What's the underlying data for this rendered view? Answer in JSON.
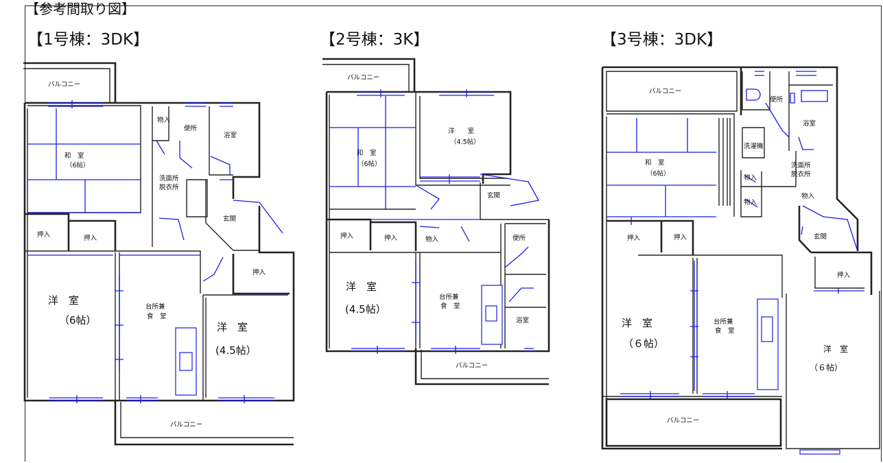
{
  "header_label": "【参考間取り図】",
  "plans": [
    {
      "title": "【1号棟：3DK】",
      "rooms": {
        "balcony_top": "バルコニー",
        "washitsu": "和　室",
        "washitsu_size": "（6帖）",
        "monoire": "物入",
        "toilet": "便所",
        "bath": "浴室",
        "senmenjo": "洗面所",
        "datsuijo": "脱衣所",
        "genkan": "玄関",
        "oshiire_1": "押入",
        "oshiire_2": "押入",
        "oshiire_3": "押入",
        "youshitsu_1": "洋　室",
        "youshitsu_1_size": "（6帖）",
        "kitchen": "台所兼",
        "dining": "食　堂",
        "youshitsu_2": "洋　室",
        "youshitsu_2_size": "(4.5帖）",
        "balcony_bottom": "バルコニー"
      }
    },
    {
      "title": "【2号棟：3K】",
      "rooms": {
        "balcony_top": "バルコニー",
        "washitsu": "和　室",
        "washitsu_size": "（6帖）",
        "youshitsu_top": "洋　　室",
        "youshitsu_top_size": "（4.5帖）",
        "genkan": "玄関",
        "oshiire_1": "押入",
        "oshiire_2": "押入",
        "monoire": "物入",
        "toilet": "便所",
        "youshitsu_1": "洋　室",
        "youshitsu_1_size": "(4.5帖）",
        "kitchen": "台所兼",
        "dining": "食　堂",
        "bath": "浴室",
        "balcony_bottom": "バルコニー"
      }
    },
    {
      "title": "【3号棟：3DK】",
      "rooms": {
        "balcony_top": "バルコニー",
        "toilet": "便所",
        "bath": "浴室",
        "washitsu": "和　室",
        "washitsu_size": "（6帖）",
        "sentakuki": "洗濯機",
        "senmenjo": "洗面所",
        "datsuijo": "脱衣所",
        "monoire_1": "物入",
        "monoire_2": "物入",
        "monoire_3": "物入",
        "oshiire_1": "押入",
        "oshiire_2": "押入",
        "oshiire_3": "押入",
        "genkan": "玄関",
        "youshitsu_1": "洋　室",
        "youshitsu_1_size": "（６帖）",
        "kitchen": "台所兼",
        "dining": "食　堂",
        "youshitsu_2": "洋　室",
        "youshitsu_2_size": "（６帖）",
        "balcony_bottom": "バルコニー"
      }
    }
  ]
}
